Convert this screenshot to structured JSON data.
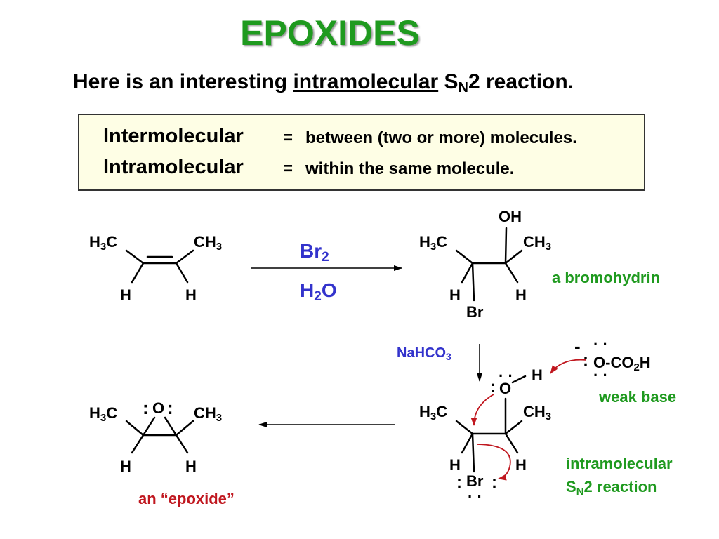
{
  "title": "EPOXIDES",
  "subtitle": {
    "prefix": "Here is an interesting ",
    "underlined": "intramolecular",
    "s": " S",
    "sub": "N",
    "suffix": "2 reaction."
  },
  "definitions": [
    {
      "term": "Intermolecular",
      "eq": "=",
      "desc": "between (two or more) molecules."
    },
    {
      "term": "Intramolecular",
      "eq": "=",
      "desc": "within the same molecule."
    }
  ],
  "reagents": {
    "br": "Br",
    "two": "2",
    "h": "H",
    "h2": "2",
    "o": "O",
    "nahco": "NaHCO",
    "nahco_sub": "3"
  },
  "molecules": {
    "h": "H",
    "c": "C",
    "ch": "CH",
    "three": "3",
    "oh": "OH",
    "br": "Br",
    "o": "O",
    "ocoh_prefix": "O-CO",
    "two": "2",
    "ocoh_suffix": "H",
    "minus": "-"
  },
  "labels": {
    "bromohydrin": "a bromohydrin",
    "weak_base": "weak base",
    "intra_line1": "intramolecular",
    "intra_s": "S",
    "intra_n": "N",
    "intra_rest": "2 reaction",
    "epoxide": "an “epoxide”"
  },
  "colors": {
    "title": "#1f9a1f",
    "reagent": "#3333cc",
    "label_green": "#1f9a1f",
    "label_red": "#c0171f",
    "arrow_red": "#c0171f",
    "box_bg": "#fefee5"
  }
}
